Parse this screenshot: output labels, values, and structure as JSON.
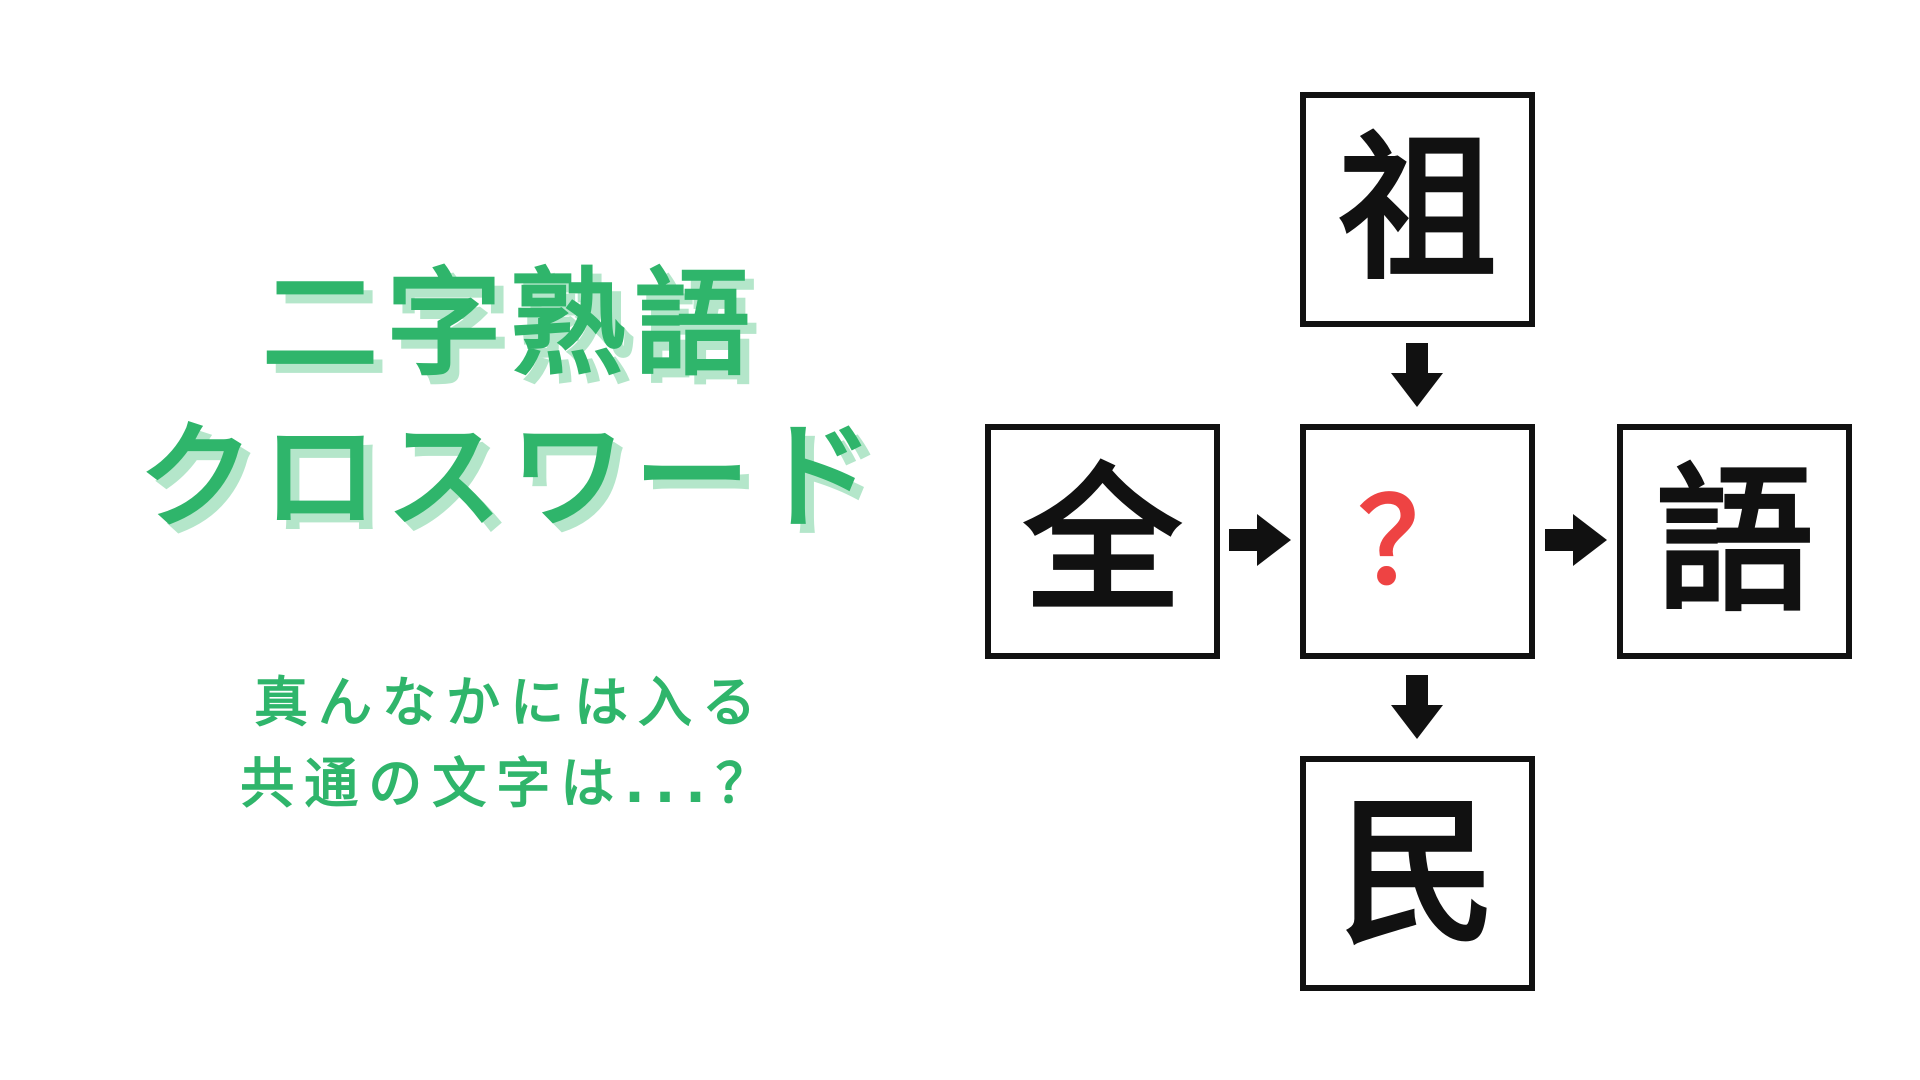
{
  "title": {
    "line1": "二字熟語",
    "line2": "クロスワード"
  },
  "subtitle": {
    "line1": "真んなかには入る",
    "line2": "共通の文字は...？"
  },
  "puzzle": {
    "cells": {
      "top": "祖",
      "left": "全",
      "center": "？",
      "right": "語",
      "bottom": "民"
    }
  },
  "colors": {
    "title_green": "#2fb56b",
    "title_shadow": "#b4e6ca",
    "question_red": "#ee4343",
    "box_border": "#111111"
  }
}
